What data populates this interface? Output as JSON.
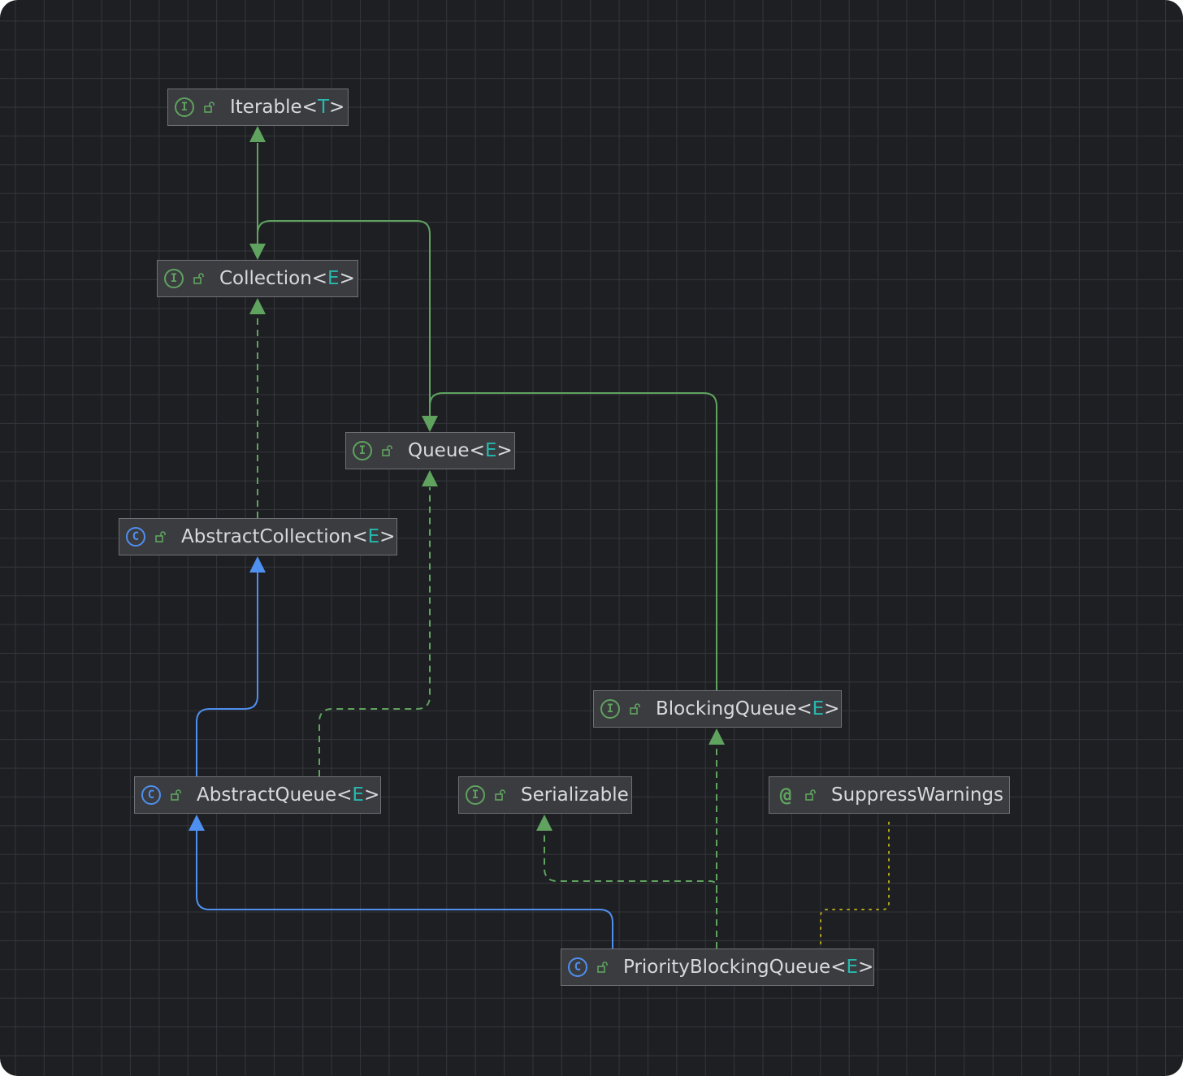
{
  "diagram": {
    "colors": {
      "background": "#1e1f22",
      "grid": "#34363b",
      "interface_edge": "#5fa35f",
      "class_edge": "#4f8ff0",
      "annotation_edge": "#b0a21a",
      "type_param": "#27b8ae"
    },
    "nodes": [
      {
        "id": "iterable",
        "kind": "interface",
        "kind_glyph": "I",
        "name": "Iterable",
        "type_param": "T"
      },
      {
        "id": "collection",
        "kind": "interface",
        "kind_glyph": "I",
        "name": "Collection",
        "type_param": "E"
      },
      {
        "id": "queue",
        "kind": "interface",
        "kind_glyph": "I",
        "name": "Queue",
        "type_param": "E"
      },
      {
        "id": "abstract-collection",
        "kind": "class",
        "kind_glyph": "C",
        "name": "AbstractCollection",
        "type_param": "E"
      },
      {
        "id": "blocking-queue",
        "kind": "interface",
        "kind_glyph": "I",
        "name": "BlockingQueue",
        "type_param": "E"
      },
      {
        "id": "abstract-queue",
        "kind": "class",
        "kind_glyph": "C",
        "name": "AbstractQueue",
        "type_param": "E"
      },
      {
        "id": "serializable",
        "kind": "interface",
        "kind_glyph": "I",
        "name": "Serializable",
        "type_param": ""
      },
      {
        "id": "suppress-warnings",
        "kind": "annotation",
        "kind_glyph": "@",
        "name": "SuppressWarnings",
        "type_param": ""
      },
      {
        "id": "priority-blocking-queue",
        "kind": "class",
        "kind_glyph": "C",
        "name": "PriorityBlockingQueue",
        "type_param": "E"
      }
    ],
    "edges": [
      {
        "from": "collection",
        "to": "iterable",
        "relation": "extends",
        "style": "solid"
      },
      {
        "from": "queue",
        "to": "collection",
        "relation": "extends",
        "style": "solid"
      },
      {
        "from": "abstract-collection",
        "to": "collection",
        "relation": "implements",
        "style": "dashed"
      },
      {
        "from": "blocking-queue",
        "to": "queue",
        "relation": "extends",
        "style": "solid"
      },
      {
        "from": "abstract-queue",
        "to": "abstract-collection",
        "relation": "extends",
        "style": "solid"
      },
      {
        "from": "abstract-queue",
        "to": "queue",
        "relation": "implements",
        "style": "dashed"
      },
      {
        "from": "priority-blocking-queue",
        "to": "abstract-queue",
        "relation": "extends",
        "style": "solid"
      },
      {
        "from": "priority-blocking-queue",
        "to": "blocking-queue",
        "relation": "implements",
        "style": "dashed"
      },
      {
        "from": "priority-blocking-queue",
        "to": "serializable",
        "relation": "implements",
        "style": "dashed"
      },
      {
        "from": "priority-blocking-queue",
        "to": "suppress-warnings",
        "relation": "annotated",
        "style": "dotted"
      }
    ]
  }
}
